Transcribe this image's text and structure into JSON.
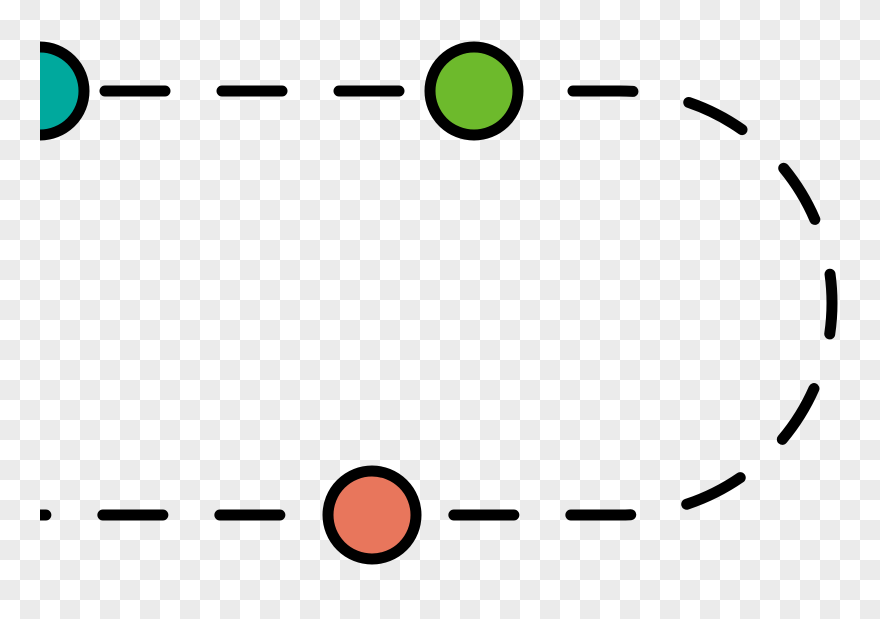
{
  "diagram": {
    "path_style": "dashed",
    "stroke_color": "#000000",
    "nodes": [
      {
        "id": "teal",
        "color": "#00a99d"
      },
      {
        "id": "green",
        "color": "#6dba2c"
      },
      {
        "id": "orange",
        "color": "#e8765c"
      }
    ]
  }
}
